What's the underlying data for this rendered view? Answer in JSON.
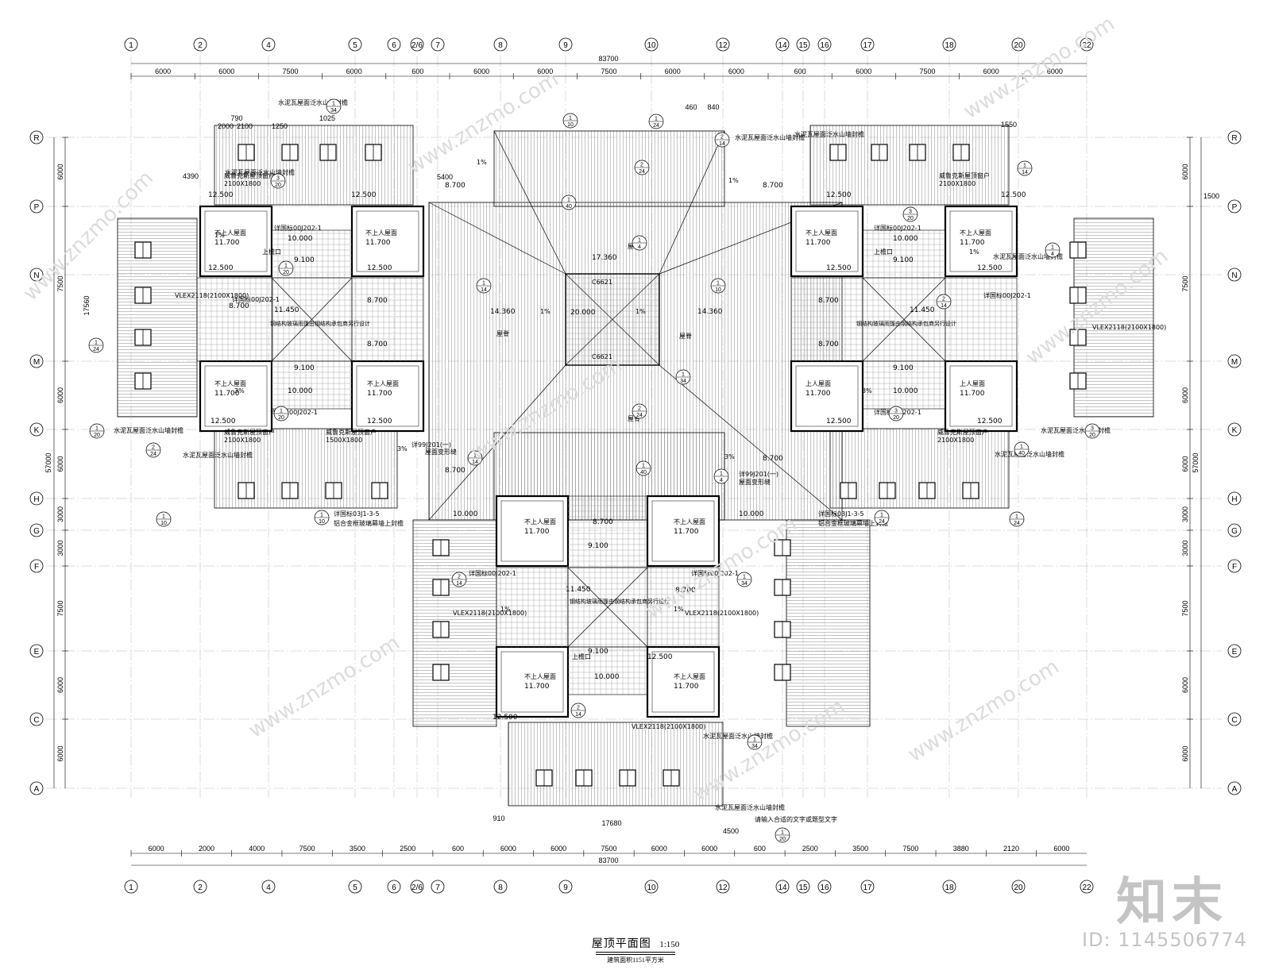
{
  "drawing": {
    "title": "屋顶平面图",
    "scale": "1:150",
    "subtitle": "建筑面积1151平方米"
  },
  "watermark": {
    "brand": "知末",
    "id": "ID: 1145506774",
    "site": "www.znzmo.com"
  },
  "grid": {
    "columns": [
      "1",
      "2",
      "4",
      "5",
      "6",
      "2/6",
      "7",
      "8",
      "9",
      "10",
      "12",
      "14",
      "15",
      "16",
      "17",
      "18",
      "20",
      "22"
    ],
    "rows": [
      "R",
      "P",
      "N",
      "M",
      "K",
      "H",
      "G",
      "F",
      "E",
      "C",
      "A"
    ]
  },
  "dimensions": {
    "total": "83700",
    "top": [
      "6000",
      "6000",
      "7500",
      "6000",
      "600",
      "6000",
      "6000",
      "7500",
      "6000",
      "6000",
      "600",
      "6000",
      "7500",
      "6000",
      "6000"
    ],
    "bottom": [
      "6000",
      "2000",
      "4000",
      "7500",
      "3500",
      "2500",
      "600",
      "6000",
      "6000",
      "7500",
      "6000",
      "6000",
      "600",
      "2500",
      "3500",
      "7500",
      "3880",
      "2120",
      "6000"
    ],
    "left": [
      "6000",
      "7500",
      "6000",
      "6000",
      "3000",
      "3000",
      "7500",
      "6000",
      "6000"
    ],
    "left_total": "57000",
    "left_mid": "17560",
    "right": [
      "6000",
      "7500",
      "6000",
      "6000",
      "3000",
      "3000",
      "7500",
      "6000",
      "6000"
    ],
    "right_total": "57000",
    "detail": [
      "460",
      "840",
      "5400",
      "790",
      "1025",
      "2000",
      "2100",
      "1250",
      "1550",
      "1500",
      "4390",
      "17680",
      "4500",
      "910"
    ]
  },
  "labels": {
    "elev": [
      "11.700",
      "12.500",
      "10.000",
      "9.100",
      "8.700",
      "11.450",
      "14.360",
      "17.360",
      "20.000",
      "10.000"
    ],
    "roof_top": "上人屋面",
    "roof_no": "不上人屋面",
    "window": "威鲁克斯屋顶窗户",
    "win_size": "2100X1800",
    "win_size2": "1500X1800",
    "win_code": "VLEX2118(2100X1800)",
    "skylight": "C6621",
    "detail_ref": "详国标00J202-1",
    "note_wall": "水泥瓦屋面泛水山墙封檐",
    "note_gutter": "上檐口",
    "note_ridge": "屋脊",
    "note_steel": "钢结构玻璃雨篷由钢结构承包商另行设计",
    "note_eave": "详99J201(一)",
    "note_change": "屋面变形缝",
    "note_extra": "请输入合适的文字或题型文字",
    "detail_ref2": "详国标03J1-3-5",
    "note_alu": "铝合金框玻璃幕墙上封檐",
    "slope": "3%",
    "slope2": "1%"
  },
  "ref_circles": [
    "1/10",
    "1/24",
    "2/14",
    "1/34",
    "1/20",
    "3/20",
    "2/24",
    "1/40",
    "1/4",
    "1/14"
  ]
}
